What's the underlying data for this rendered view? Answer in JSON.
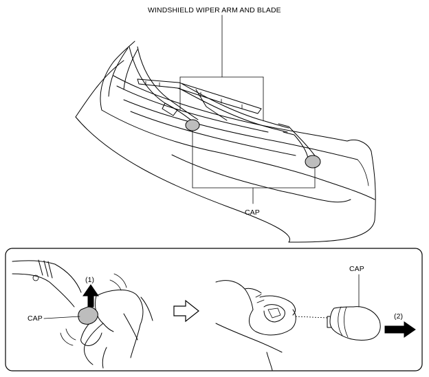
{
  "labels": {
    "wiper_title": "WINDSHIELD WIPER ARM AND BLADE",
    "cap_top": "CAP",
    "cap_left": "CAP",
    "cap_right": "CAP",
    "step1": "(1)",
    "step2": "(2)"
  },
  "colors": {
    "line": "#000000",
    "cap_fill": "#bdbdbd",
    "arrow_fill": "#000000",
    "background": "#ffffff"
  }
}
